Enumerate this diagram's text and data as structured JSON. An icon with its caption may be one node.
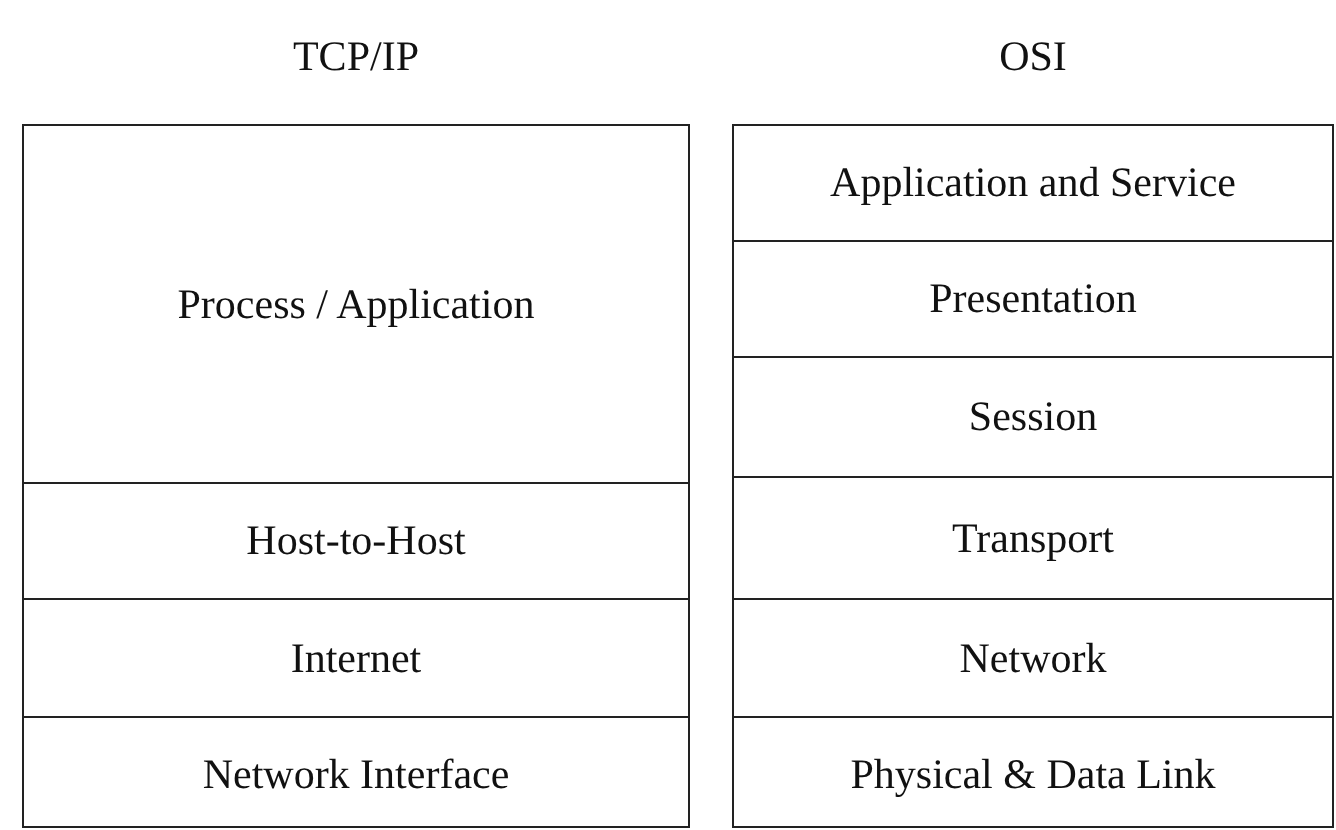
{
  "diagram": {
    "nodes": [
      {
        "text": [
          "TCP/IP"
        ]
      },
      {
        "text": [
          "Process / Application"
        ],
        "in": 0
      },
      {
        "text": [
          "Host-to-Host"
        ],
        "in": 0
      },
      {
        "text": [
          "Internet"
        ],
        "in": 0
      },
      {
        "text": [
          "Network Interface"
        ],
        "in": 0
      },
      {
        "text": [
          "OSI"
        ]
      },
      {
        "text": [
          "Application and Service"
        ],
        "in": 5
      },
      {
        "text": [
          "Presentation"
        ],
        "in": 5
      },
      {
        "text": [
          "Session"
        ],
        "in": 5
      },
      {
        "text": [
          "Transport"
        ],
        "in": 5
      },
      {
        "text": [
          "Network"
        ],
        "in": 5
      },
      {
        "text": [
          "Physical & Data Link"
        ],
        "in": 5
      }
    ]
  }
}
